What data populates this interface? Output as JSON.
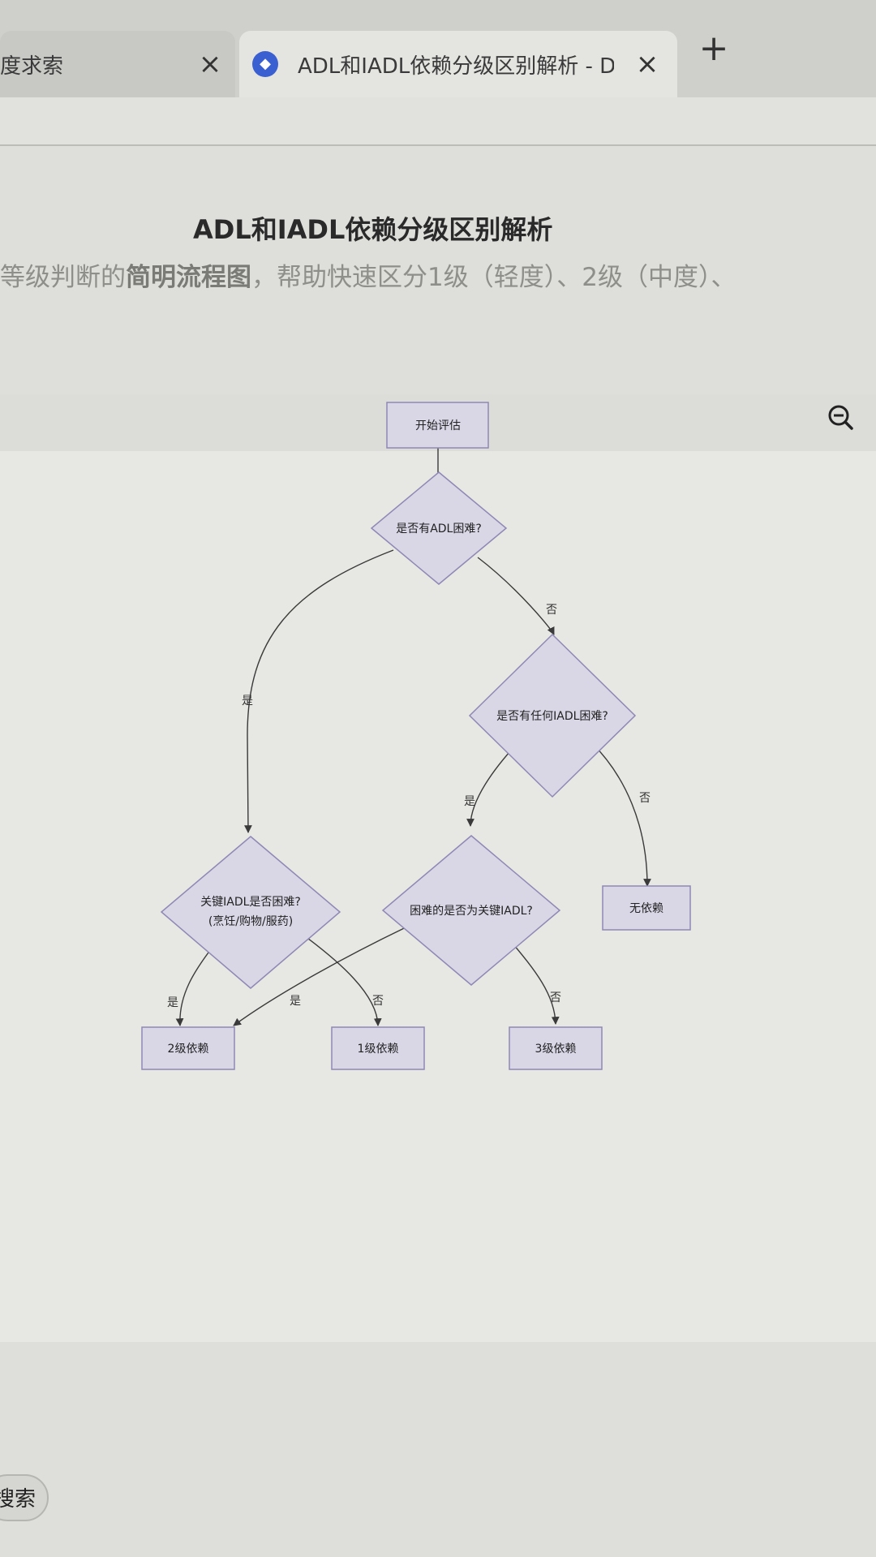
{
  "tabs": [
    {
      "title": "度求索",
      "active": false
    },
    {
      "title": "ADL和IADL依赖分级区别解析 - De",
      "active": true
    }
  ],
  "icons": {
    "tab_close": "close-icon",
    "new_tab": "plus-icon",
    "zoom": "zoom-out-icon",
    "favicon": "deepseek-whale-icon"
  },
  "tab_close_glyph": "×",
  "new_tab_glyph": "+",
  "document": {
    "title": "ADL和IADL依赖分级区别解析",
    "subtitle_pre": "等级判断的",
    "subtitle_bold": "简明流程图",
    "subtitle_post": "，帮助快速区分1级（轻度）、2级（中度）、"
  },
  "flowchart": {
    "nodes": {
      "start": "开始评估",
      "q_adl": "是否有ADL困难?",
      "q_any_iadl": "是否有任何IADL困难?",
      "q_key_iadl_line1": "关键IADL是否困难?",
      "q_key_iadl_line2": "(烹饪/购物/服药)",
      "q_is_key": "困难的是否为关键IADL?",
      "none": "无依赖",
      "level2": "2级依赖",
      "level1": "1级依赖",
      "level3": "3级依赖"
    },
    "edge_labels": {
      "adl_no": "否",
      "adl_yes": "是",
      "any_yes": "是",
      "any_no": "否",
      "key_yes": "是",
      "is_key_yes": "是",
      "key_no": "否",
      "is_key_no": "否"
    }
  },
  "bottom": {
    "search_label": "搜索"
  },
  "colors": {
    "node_fill": "#d9d7e6",
    "node_stroke": "#8f88b5",
    "edge": "#3a3a3a"
  }
}
